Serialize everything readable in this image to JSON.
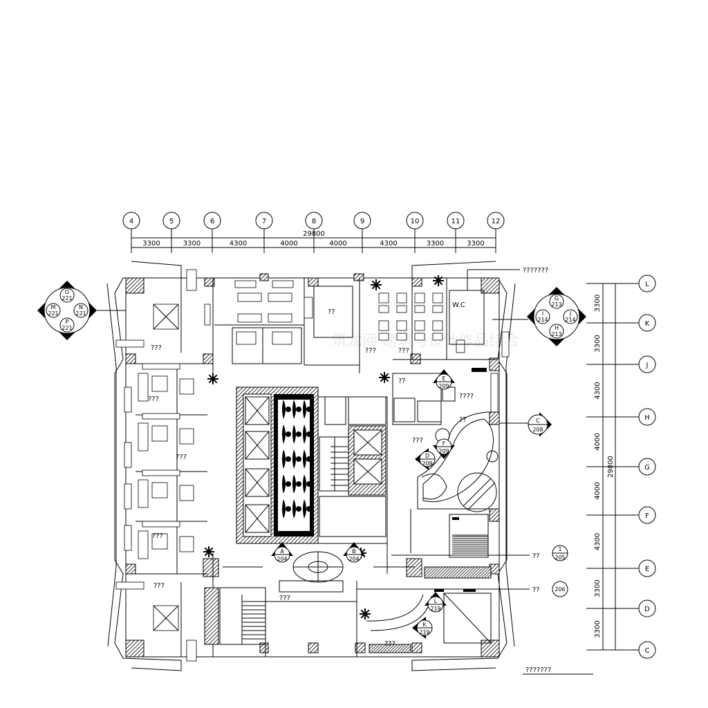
{
  "top_axis": {
    "labels": [
      "4",
      "5",
      "6",
      "7",
      "8",
      "9",
      "10",
      "11",
      "12"
    ],
    "overall": "29800",
    "spans": [
      "3300",
      "3300",
      "4300",
      "4000",
      "4000",
      "4300",
      "3300",
      "3300"
    ]
  },
  "right_axis": {
    "labels": [
      "L",
      "K",
      "J",
      "H",
      "G",
      "F",
      "E",
      "D",
      "C"
    ],
    "overall": "29800",
    "spans": [
      "3300",
      "3300",
      "4300",
      "4000",
      "4000",
      "4300",
      "3300",
      "3300"
    ]
  },
  "markers": {
    "left_diamond": {
      "top": "O",
      "top_num": "221",
      "left": "M",
      "left_num": "221",
      "right": "N",
      "right_num": "221",
      "bottom": "P",
      "bottom_num": "221"
    },
    "right_diamond": {
      "top": "G",
      "top_num": "213",
      "left": "I",
      "left_num": "214",
      "right": "J",
      "right_num": "214",
      "bottom": "H",
      "bottom_num": "213"
    },
    "c208": {
      "letter": "C",
      "num": "208"
    },
    "e209": {
      "letter": "E",
      "num": "209"
    },
    "f209": {
      "letter": "F",
      "num": "209"
    },
    "d208": {
      "letter": "D",
      "num": "208"
    },
    "a204": {
      "letter": "A",
      "num": "204"
    },
    "b204": {
      "letter": "B",
      "num": "204"
    },
    "l219": {
      "letter": "L",
      "num": "219"
    },
    "k219": {
      "letter": "K",
      "num": "219"
    },
    "n1_205": {
      "num": "1",
      "sub": "205"
    },
    "n206": {
      "num": "206"
    }
  },
  "texts": {
    "top_right_note": "???????",
    "bottom_title": "???????",
    "wc": "W.C",
    "q2": "??",
    "q3": "???",
    "q4": "????",
    "callout_205": "??",
    "callout_206": "??",
    "watermark": "筑龙网 建筑与设计作品结合"
  },
  "colors": {
    "line": "#000000",
    "watermark": "#d8d8d8"
  }
}
